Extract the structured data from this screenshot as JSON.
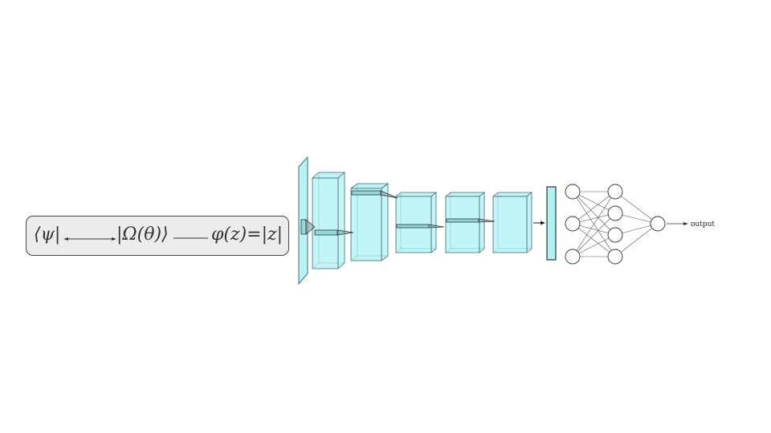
{
  "formula": {
    "bra": "⟨ψ|",
    "ket": "|Ω(θ)⟩",
    "function": "φ(z)=|z|"
  },
  "network": {
    "output_label": "output",
    "input_layer_count": 3,
    "hidden_layer_count": 4,
    "output_node_count": 1
  },
  "colors": {
    "block_fill": "#aef1f5",
    "block_stroke": "#3f6f73",
    "node_stroke": "#333333",
    "formula_box_fill": "#ececec"
  }
}
